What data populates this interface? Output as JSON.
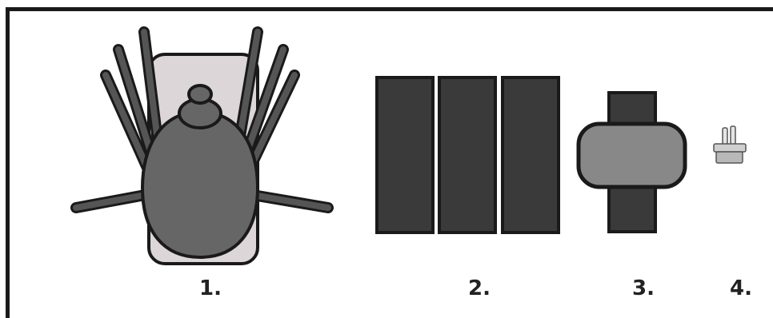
{
  "items": [
    {
      "label": "1.",
      "icon": "tick-icon"
    },
    {
      "label": "2.",
      "icon": "three-panels-icon"
    },
    {
      "label": "3.",
      "icon": "strap-clip-icon"
    },
    {
      "label": "4.",
      "icon": "small-clip-icon"
    }
  ],
  "colors": {
    "outline": "#1a1a1a",
    "dark_fill": "#3a3a3a",
    "body_fill": "#666666",
    "mid_fill": "#888888",
    "light_fill": "#dcd6d8",
    "small_clip_fill": "#cfcfcf"
  }
}
